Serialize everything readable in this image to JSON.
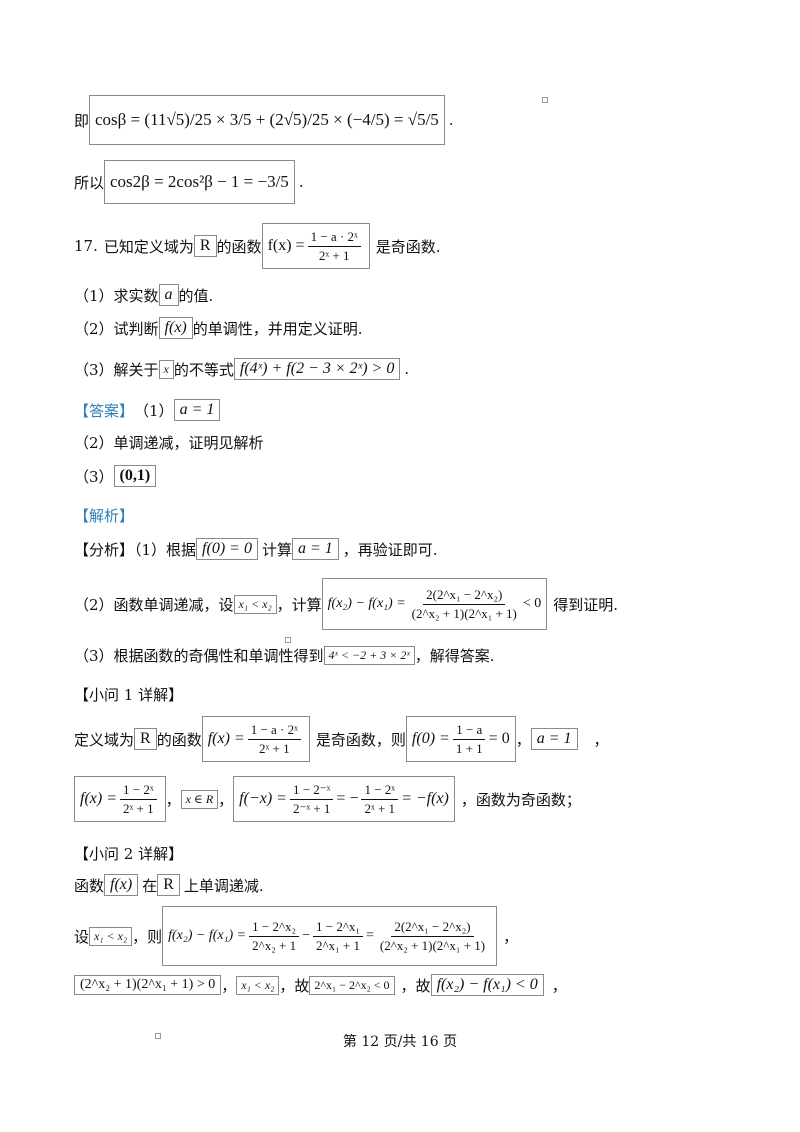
{
  "lines": {
    "l1": {
      "pre": "即",
      "formula": "cosβ = (11√5)/25 × 3/5 + (2√5)/25 × (−4/5) = √5/5",
      "post": "."
    },
    "l2": {
      "pre": "所以",
      "formula": "cos2β = 2cos²β − 1 = −3/5",
      "post": "."
    },
    "q17": {
      "num": "17.",
      "t1": "已知定义域为",
      "R": "R",
      "t2": "的函数",
      "fx": "f(x) =",
      "frac_num": "1 − a · 2ˣ",
      "frac_den": "2ˣ + 1",
      "t3": "是奇函数."
    },
    "p1": {
      "t1": "（1）求实数",
      "a": "a",
      "t2": "的值."
    },
    "p2": {
      "t1": "（2）试判断",
      "f": "f(x)",
      "t2": "的单调性，并用定义证明."
    },
    "p3": {
      "t1": "（3）解关于",
      "x": "x",
      "t2": "的不等式",
      "ineq": "f(4ˣ) + f(2 − 3 × 2ˣ) > 0",
      "t3": "."
    },
    "ans": {
      "tag": "【答案】",
      "t1": "（1）",
      "v": "a = 1"
    },
    "ans2": {
      "t": "（2）单调递减，证明见解析"
    },
    "ans3": {
      "t": "（3）",
      "v": "(0,1)"
    },
    "jiexi": {
      "tag": "【解析】"
    },
    "fx1": {
      "t1": "【分析】（1）根据",
      "f0": "f(0) = 0",
      "t2": "计算",
      "a1": "a = 1",
      "t3": "，再验证即可."
    },
    "fx2": {
      "t1": "（2）函数单调递减，设",
      "x": "x₁ < x₂",
      "t2": "，计算",
      "lhs": "f(x₂) − f(x₁) =",
      "num": "2(2^x₁ − 2^x₂)",
      "den": "(2^x₂ + 1)(2^x₁ + 1)",
      "rhs": "< 0",
      "t3": "得到证明."
    },
    "fx3": {
      "t1": "（3）根据函数的奇偶性和单调性得到",
      "v": "4ˣ < −2 + 3 × 2ˣ",
      "t2": "，解得答案."
    },
    "s1": {
      "tag": "【小问 1 详解】"
    },
    "s1a": {
      "t1": "定义域为",
      "R": "R",
      "t2": "的函数",
      "fx": "f(x) =",
      "num": "1 − a · 2ˣ",
      "den": "2ˣ + 1",
      "t3": "是奇函数，则",
      "f0": "f(0) =",
      "n2": "1 − a",
      "d2": "1 + 1",
      "eq": "= 0",
      "t4": "，",
      "a": "a = 1",
      "t5": "，"
    },
    "s1b": {
      "fx": "f(x) =",
      "n1": "1 − 2ˣ",
      "d1": "2ˣ + 1",
      "c1": "，",
      "xr": "x ∈ R",
      "c2": "，",
      "fmx": "f(−x) =",
      "n2": "1 − 2⁻ˣ",
      "d2": "2⁻ˣ + 1",
      "m": "= −",
      "n3": "1 − 2ˣ",
      "d3": "2ˣ + 1",
      "e": "= −f(x)",
      "t": "，函数为奇函数；"
    },
    "s2": {
      "tag": "【小问 2 详解】"
    },
    "s2a": {
      "t1": "函数",
      "f": "f(x)",
      "t2": "在",
      "R": "R",
      "t3": "上单调递减."
    },
    "s2b": {
      "t1": "设",
      "x": "x₁ < x₂",
      "t2": "，则",
      "lhs": "f(x₂) − f(x₁) =",
      "n1": "1 − 2^x₂",
      "d1": "2^x₂ + 1",
      "m": "−",
      "n2": "1 − 2^x₁",
      "d2": "2^x₁ + 1",
      "eq": "=",
      "n3": "2(2^x₁ − 2^x₂)",
      "d3": "(2^x₂ + 1)(2^x₁ + 1)",
      "t3": "，"
    },
    "s2c": {
      "v1": "(2^x₂ + 1)(2^x₁ + 1) > 0",
      "c1": "，",
      "v2": "x₁ < x₂",
      "t1": "，故",
      "v3": "2^x₁ − 2^x₂ < 0",
      "t2": "，故",
      "v4": "f(x₂) − f(x₁) < 0",
      "t3": "，"
    }
  },
  "footer": "第 12 页/共 16 页"
}
